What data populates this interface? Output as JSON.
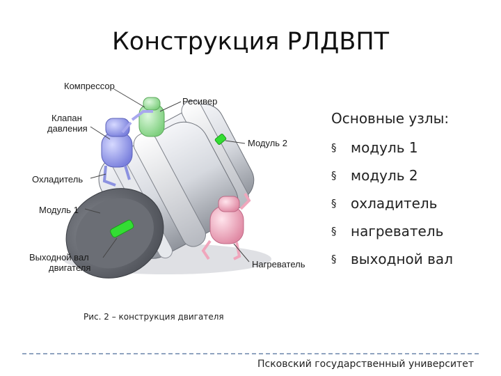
{
  "slide": {
    "title": "Конструкция РЛДВПТ",
    "caption": "Рис. 2 – конструкция двигателя",
    "footer": "Псковский государственный университет"
  },
  "diagram": {
    "labels": {
      "compressor": "Компрессор",
      "receiver": "Ресивер",
      "valve_line1": "Клапан",
      "valve_line2": "давления",
      "module2": "Модуль 2",
      "cooler": "Охладитель",
      "module1": "Модуль 1",
      "shaft_line1": "Выходной вал",
      "shaft_line2": "двигателя",
      "heater": "Нагреватель"
    },
    "colors": {
      "housing": "#d9dce2",
      "shaft": "#33dd33",
      "cooler": "#9aa0ee",
      "compressor": "#9be09b",
      "heater": "#f2aec2"
    }
  },
  "list": {
    "heading": "Основные узлы:",
    "bullet": "§",
    "items": [
      "модуль 1",
      "модуль 2",
      "охладитель",
      "нагреватель",
      "выходной вал"
    ]
  }
}
